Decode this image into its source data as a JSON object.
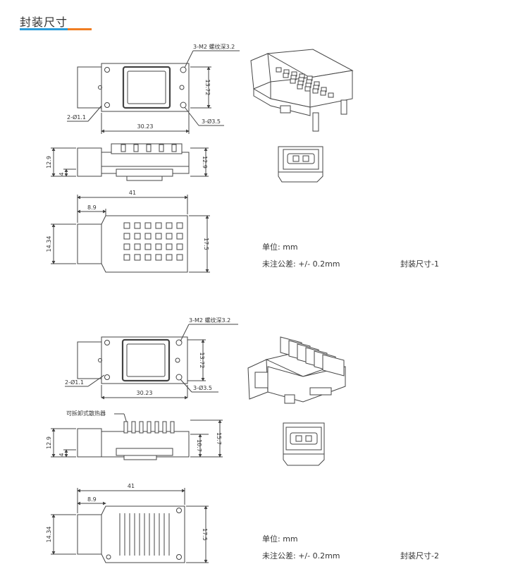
{
  "header": {
    "title": "封装尺寸"
  },
  "accent_colors": {
    "blue": "#2b9bd8",
    "orange": "#f07d22"
  },
  "package1": {
    "top": {
      "m2": "3-M2 螺纹深3.2",
      "hole_left": "2-Ø1.1",
      "hole_right": "3-Ø3.5",
      "width": "30.23",
      "height": "13.72"
    },
    "side": {
      "h_left": "12.9",
      "h_small": "4",
      "h_right": "12.9"
    },
    "bottom": {
      "length": "41",
      "offset": "8.9",
      "h_left": "14.34",
      "h_right": "17.5"
    },
    "unit": "单位: mm",
    "tolerance": "未注公差: +/- 0.2mm",
    "caption": "封装尺寸-1"
  },
  "package2": {
    "top": {
      "m2": "3-M2 螺纹深3.2",
      "hole_left": "2-Ø1.1",
      "hole_right": "3-Ø3.5",
      "width": "30.23",
      "height": "13.72"
    },
    "side": {
      "heatsink": "可拆卸式散热器",
      "h_left": "12.9",
      "h_small": "4",
      "h_mid": "10.7",
      "h_right": "15.7"
    },
    "bottom": {
      "length": "41",
      "offset": "8.9",
      "h_left": "14.34",
      "h_right": "17.5"
    },
    "unit": "单位: mm",
    "tolerance": "未注公差: +/- 0.2mm",
    "caption": "封装尺寸-2"
  }
}
